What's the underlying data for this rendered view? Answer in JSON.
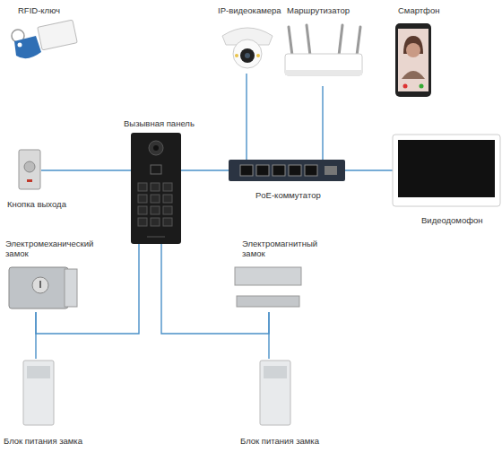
{
  "diagram": {
    "nodes": [
      {
        "text": [
          "RFID-ключ"
        ]
      },
      {
        "text": [
          "IP-видеокамера"
        ]
      },
      {
        "text": [
          "Маршрутизатор"
        ]
      },
      {
        "text": [
          "Смартфон"
        ]
      },
      {
        "text": [
          "Вызывная панель"
        ]
      },
      {
        "text": [
          "Кнопка выхода"
        ]
      },
      {
        "text": [
          "PoE-коммутатор"
        ]
      },
      {
        "text": [
          "Видеодомофон"
        ]
      },
      {
        "text": [
          "Электромеханический замок"
        ]
      },
      {
        "text": [
          "Электромагнитный замок"
        ]
      },
      {
        "text": [
          "Блок питания замка"
        ]
      },
      {
        "text": [
          "Блок питания замка"
        ]
      }
    ],
    "edges": [
      {
        "from": 1,
        "to": 6,
        "arrow": "none"
      },
      {
        "from": 2,
        "to": 6,
        "arrow": "none"
      },
      {
        "from": 5,
        "to": 4,
        "arrow": "none"
      },
      {
        "from": 4,
        "to": 6,
        "arrow": "none"
      },
      {
        "from": 6,
        "to": 7,
        "arrow": "none"
      },
      {
        "from": 4,
        "to": 8,
        "arrow": "none"
      },
      {
        "from": 8,
        "to": 10,
        "arrow": "none"
      },
      {
        "from": 4,
        "to": 9,
        "arrow": "none"
      },
      {
        "from": 9,
        "to": 11,
        "arrow": "none"
      }
    ]
  }
}
